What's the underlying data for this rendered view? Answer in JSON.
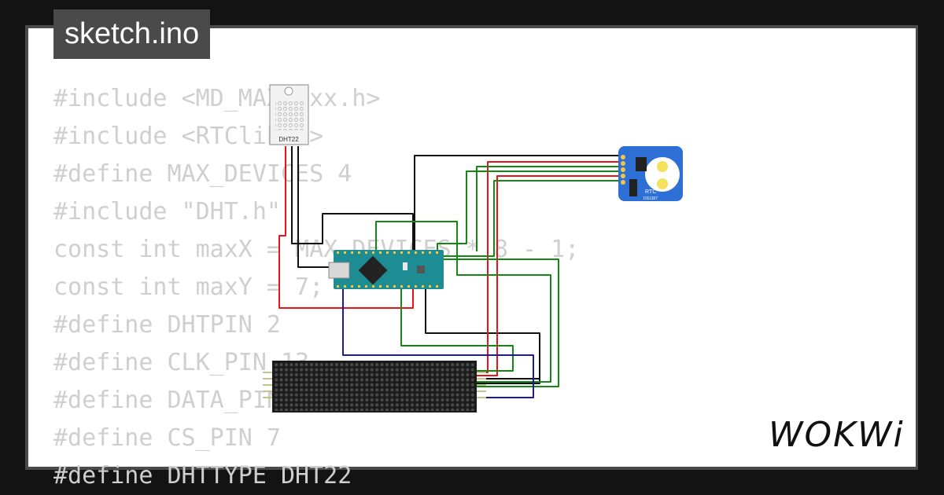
{
  "tab": {
    "label": "sketch.ino"
  },
  "code_lines": [
    "#include <MD_MAX72xx.h>",
    "#include <RTClib.h>",
    "#define MAX_DEVICES 4",
    "#include \"DHT.h\"",
    "const int maxX = MAX_DEVICES * 8 - 1;",
    "const int maxY = 7;",
    "#define DHTPIN 2",
    "#define CLK_PIN 13",
    "#define DATA_PIN 11",
    "#define CS_PIN 7",
    "#define DHTTYPE DHT22"
  ],
  "components": {
    "sensor_label": "DHT22",
    "rtc_label": "RTC",
    "rtc_chip": "DS1307"
  },
  "logo": {
    "text": "WOKWi"
  },
  "colors": {
    "background": "#131313",
    "frame": "#4a4a4a",
    "code_text": "#cfcfcf",
    "arduino_board": "#1e8c93",
    "rtc_board": "#2e6fd6",
    "matrix": "#1b1b1b",
    "wire_red": "#e8141a",
    "wire_green": "#128a12",
    "wire_black": "#111111",
    "wire_blue": "#1a1aa8"
  }
}
